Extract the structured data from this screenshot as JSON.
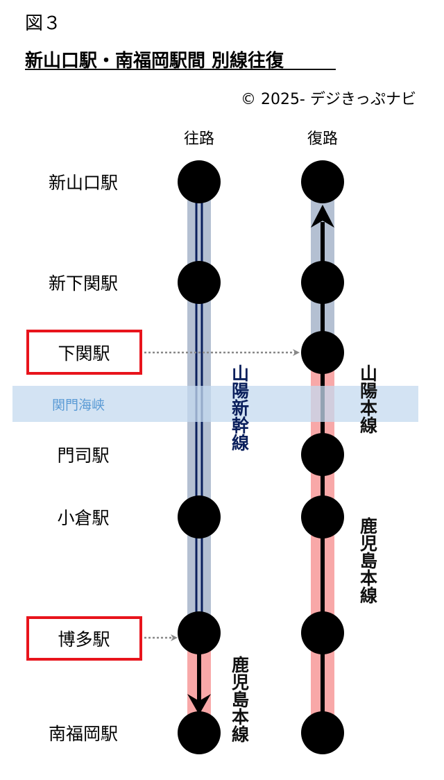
{
  "figure_label": "図３",
  "title": "新山口駅・南福岡駅間 別線往復",
  "copyright": "© 2025- デジきっぷナビ",
  "columns": {
    "outbound": "往路",
    "return": "復路"
  },
  "stations": [
    "新山口駅",
    "新下関駅",
    "下関駅",
    "門司駅",
    "小倉駅",
    "博多駅",
    "南福岡駅"
  ],
  "strait": "関門海峡",
  "lines": {
    "sanyo_shinkansen": "山陽新幹線",
    "sanyo_main": "山陽本線",
    "kagoshima_main_right": "鹿児島本線",
    "kagoshima_main_left": "鹿児島本線"
  },
  "colors": {
    "jr_west_band": "#b4c0d2",
    "jr_kyushu_band": "#f8a8a8",
    "shinkansen": "#0a1f5c",
    "highlight_box": "#e8141c",
    "strait": "#cfe0f2",
    "strait_text": "#5b9bd5"
  }
}
